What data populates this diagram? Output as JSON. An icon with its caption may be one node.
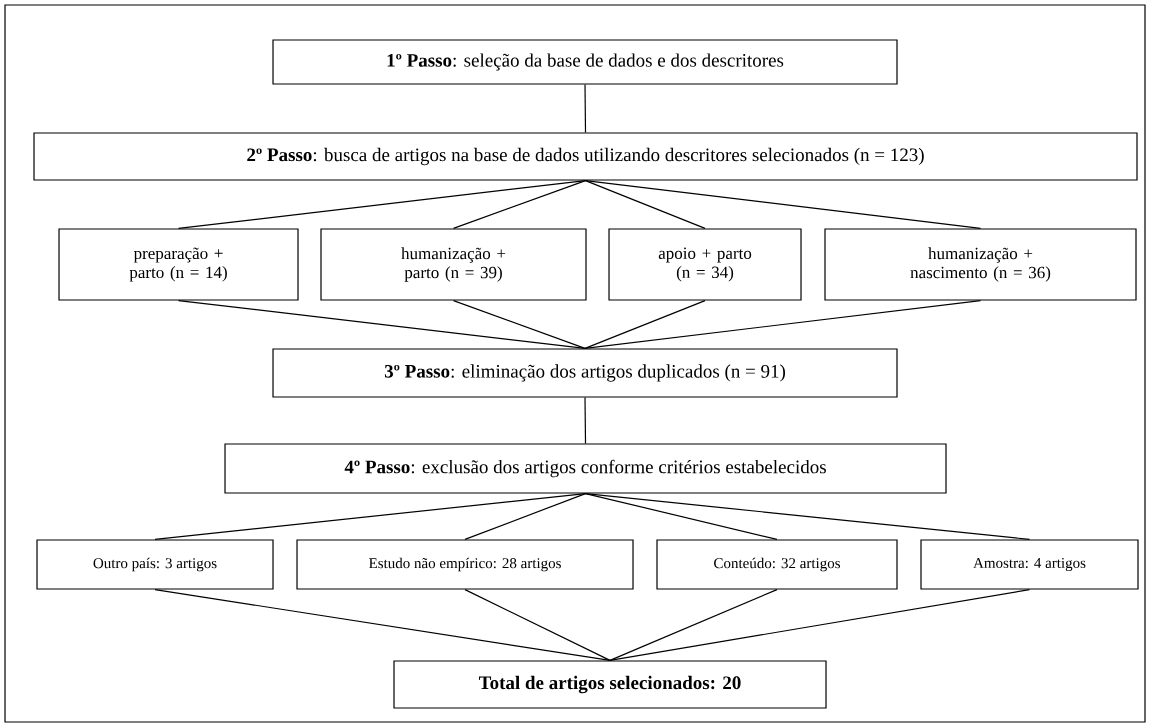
{
  "diagram": {
    "nodes": [
      {
        "text": [
          "**1º Passo**: seleção da base de dados e dos descritores"
        ]
      },
      {
        "text": [
          "**2º Passo**: busca de artigos na base de dados utilizando descritores selecionados (n = 123)"
        ]
      },
      {
        "text": [
          "preparação + parto (n = 14)"
        ]
      },
      {
        "text": [
          "humanização + parto (n = 39)"
        ]
      },
      {
        "text": [
          "apoio + parto (n = 34)"
        ]
      },
      {
        "text": [
          "humanização + nascimento (n = 36)"
        ]
      },
      {
        "text": [
          "**3º Passo**: eliminação dos artigos duplicados (n = 91)"
        ]
      },
      {
        "text": [
          "**4º Passo**: exclusão dos artigos conforme critérios estabelecidos"
        ]
      },
      {
        "text": [
          "Outro país: 3 artigos"
        ]
      },
      {
        "text": [
          "Estudo não empírico: 28 artigos"
        ]
      },
      {
        "text": [
          "Conteúdo: 32 artigos"
        ]
      },
      {
        "text": [
          "Amostra: 4 artigos"
        ]
      },
      {
        "text": [
          "Total de artigos selecionados: 20"
        ]
      }
    ],
    "edges": [
      {
        "from": 0,
        "to": 1,
        "arrow": "none"
      },
      {
        "from": 1,
        "to": 2,
        "arrow": "none"
      },
      {
        "from": 1,
        "to": 3,
        "arrow": "none"
      },
      {
        "from": 1,
        "to": 4,
        "arrow": "none"
      },
      {
        "from": 1,
        "to": 5,
        "arrow": "none"
      },
      {
        "from": 2,
        "to": 6,
        "arrow": "none"
      },
      {
        "from": 3,
        "to": 6,
        "arrow": "none"
      },
      {
        "from": 4,
        "to": 6,
        "arrow": "none"
      },
      {
        "from": 5,
        "to": 6,
        "arrow": "none"
      },
      {
        "from": 6,
        "to": 7,
        "arrow": "none"
      },
      {
        "from": 7,
        "to": 8,
        "arrow": "none"
      },
      {
        "from": 7,
        "to": 9,
        "arrow": "none"
      },
      {
        "from": 7,
        "to": 10,
        "arrow": "none"
      },
      {
        "from": 7,
        "to": 11,
        "arrow": "none"
      },
      {
        "from": 8,
        "to": 12,
        "arrow": "none"
      },
      {
        "from": 9,
        "to": 12,
        "arrow": "none"
      },
      {
        "from": 10,
        "to": 12,
        "arrow": "none"
      },
      {
        "from": 11,
        "to": 12,
        "arrow": "none"
      }
    ]
  }
}
